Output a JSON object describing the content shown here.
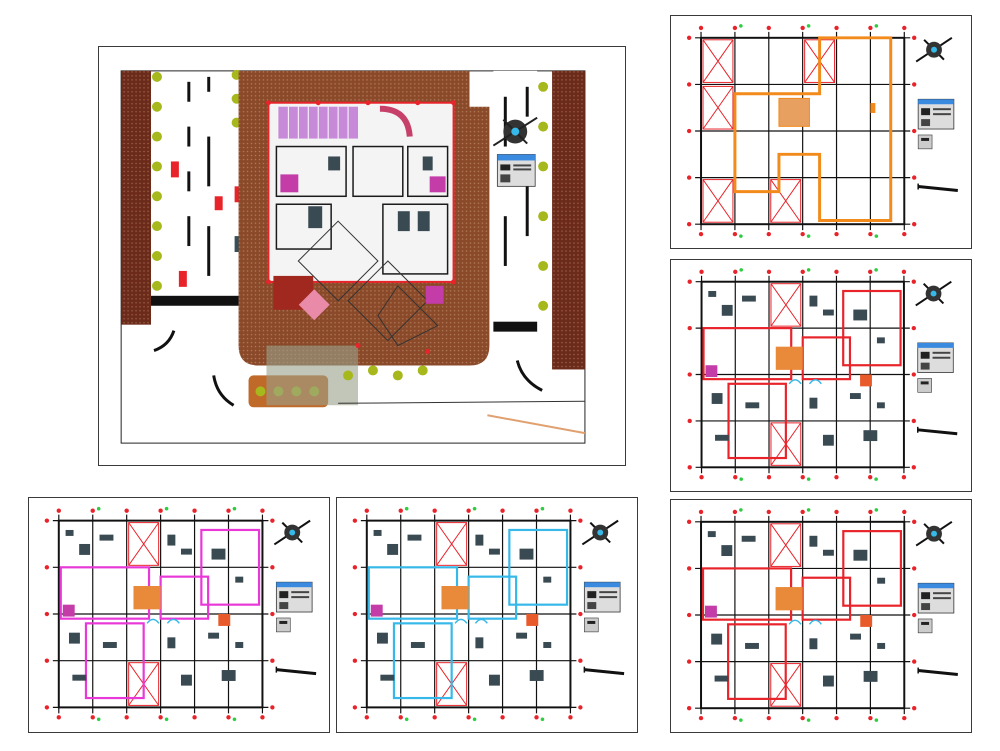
{
  "drawing": {
    "sheets": [
      {
        "id": "site-plan",
        "kind": "site"
      },
      {
        "id": "plan-structure",
        "kind": "structural-grid",
        "theme": "orange"
      },
      {
        "id": "plan-level-b",
        "kind": "floor-plan",
        "theme": "red"
      },
      {
        "id": "plan-level-c",
        "kind": "floor-plan",
        "theme": "magenta"
      },
      {
        "id": "plan-level-d",
        "kind": "floor-plan",
        "theme": "cyan"
      },
      {
        "id": "plan-level-e",
        "kind": "floor-plan",
        "theme": "red"
      }
    ],
    "elements": [
      "north-arrow",
      "title-block",
      "legend",
      "scale-bar",
      "grid-axes",
      "column-markers"
    ],
    "colors": {
      "sheet_border": "#3a3a3a",
      "wall": "#1a1a1a",
      "column": "#e8232a",
      "structure_orange": "#f28a1c",
      "magenta": "#e838d8",
      "cyan": "#36b8e8",
      "road_hatch": "#6b2a1a",
      "tree": "#a7b81c",
      "paving": "#8a4a2a",
      "titleblock_blue": "#3a8adf",
      "green_marker": "#2ecc40",
      "furniture": "#3a4a52"
    }
  }
}
